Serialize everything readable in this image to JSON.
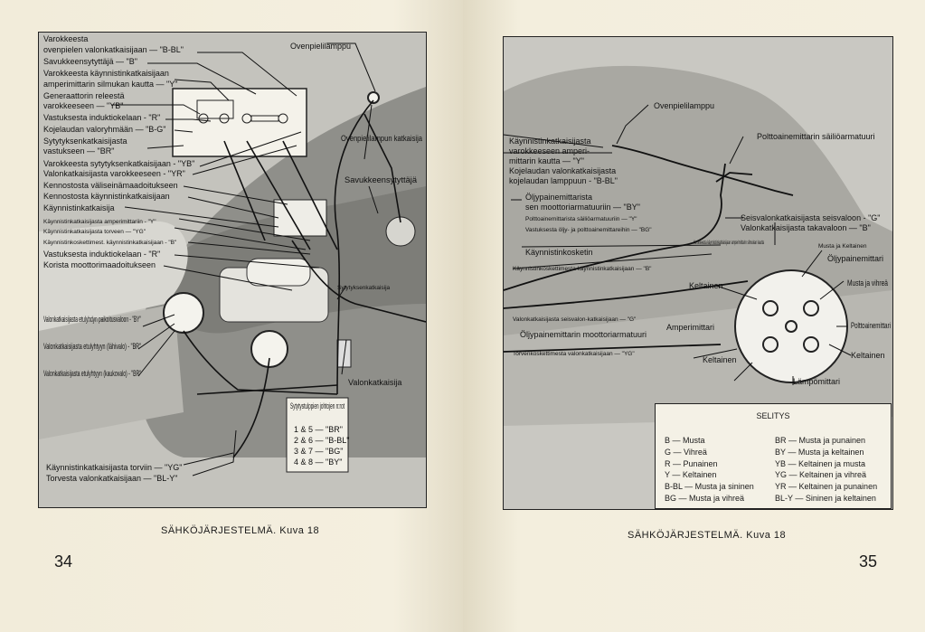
{
  "left_page": {
    "caption": "SÄHKÖJÄRJESTELMÄ.  Kuva 18",
    "page_number": "34",
    "labels": [
      "Varokkeesta",
      "ovenpielen valonkatkaisijaan — \"B-BL\"",
      "Savukkeensytyttäjä — \"B\"",
      "Varokkeesta käynnistinkatkaisijaan",
      "amperimittarin silmukan kautta — \"Y\"",
      "Generaattorin releestä",
      "varokkeeseen — \"YB\"",
      "Vastuksesta induktiokelaan - \"R\"",
      "Kojelaudan valoryhmään — \"B-G\"",
      "Sytytyksenkatkaisijasta",
      "vastukseen — \"BR\"",
      "Varokkeesta sytytyksenkatkaisijaan - \"YB\"",
      "Valonkatkaisijasta varokkeeseen - \"YR\"",
      "Kennostosta väliseinämaadoitukseen",
      "Kennostosta käynnistinkatkaisijaan",
      "Käynnistinkatkaisija",
      "Käynnistinkatkaisijasta amperimittariin - \"Y\"",
      "Käynnistinkatkaisijasta torveen — \"YG\"",
      "Käynnistinkoskettimest. käynnistinkatkaisijaan - \"B\"",
      "Vastuksesta induktiokelaan - \"R\"",
      "Korista moottorimaadoitukseen",
      "Valonkatkaisijasta etulyhdyn paikoitusvaloon - \"BY\"",
      "Valonkatkaisijasta etulyhtyyn (lähivalo) - \"BR\"",
      "Valonkatkaisijasta etulyhtyyn (kaukovalo) - \"BR\"",
      "Käynnistinkatkaisijasta torviin — \"YG\"",
      "Torvesta valonkatkaisijaan — \"BL-Y\"",
      "Ovenpielilamppu",
      "Ovenpielilampun katkaisija",
      "Savukkeensytyttäjä",
      "Sytytyksenkatkaisija",
      "Valonkatkaisija"
    ],
    "table_title": "Sytytystulppien johtojen n:rot",
    "table_rows": [
      "1 & 5 — \"BR\"",
      "2 & 6 — \"B-BL\"",
      "3 & 7 — \"BG\"",
      "4 & 8 — \"BY\""
    ]
  },
  "right_page": {
    "caption": "SÄHKÖJÄRJESTELMÄ.  Kuva 18",
    "page_number": "35",
    "labels": [
      "Ovenpielilamppu",
      "Polttoainemittarin säiliöarmatuuri",
      "Käynnistinkatkaisijasta",
      "varokkeeseen amperi-",
      "mittarin kautta — \"Y\"",
      "Kojelaudan valonkatkaisijasta",
      "kojelaudan lamppuun - \"B-BL\"",
      "Öljypainemittarista",
      "sen moottoriarmatuuriin — \"BY\"",
      "Polttoainemittarista säiliöarmatuuriin — \"Y\"",
      "Vastuksesta öljy- ja polttoainemittareihin — \"BG\"",
      "Seisvalonkatkaisijasta seisvaloon - \"G\"",
      "Valonkatkaisijasta takavaloon — \"B\"",
      "Käynnistinkosketin",
      "Käynnistinkoskettimesta käynnistinkatkaisijaan — \"B\"",
      "Varokkeesta käynnistinkatkaisijaan amperimittarin silmukan kautta",
      "Musta ja Keltainen",
      "Öljypainemittari",
      "Keltainen",
      "Musta ja vihreä",
      "Polttoainemittari",
      "Keltainen",
      "Amperimittari",
      "Keltainen",
      "Lämpömittari",
      "Valonkatkaisijasta seisvalon-katkaisijaan — \"G\"",
      "Öljypainemittarin moottoriarmatuuri",
      "Torvenkoskettimesta valonkatkaisijaan — \"YG\""
    ],
    "legend": {
      "title": "SELITYS",
      "left": [
        "B — Musta",
        "G — Vihreä",
        "R — Punainen",
        "Y — Keltainen",
        "B-BL — Musta ja sininen",
        "BG — Musta ja vihreä"
      ],
      "right": [
        "BR — Musta ja punainen",
        "BY — Musta ja keltainen",
        "YB — Keltainen ja musta",
        "YG — Keltainen ja vihreä",
        "YR — Keltainen ja punainen",
        "BL-Y — Sininen ja keltainen"
      ]
    }
  }
}
